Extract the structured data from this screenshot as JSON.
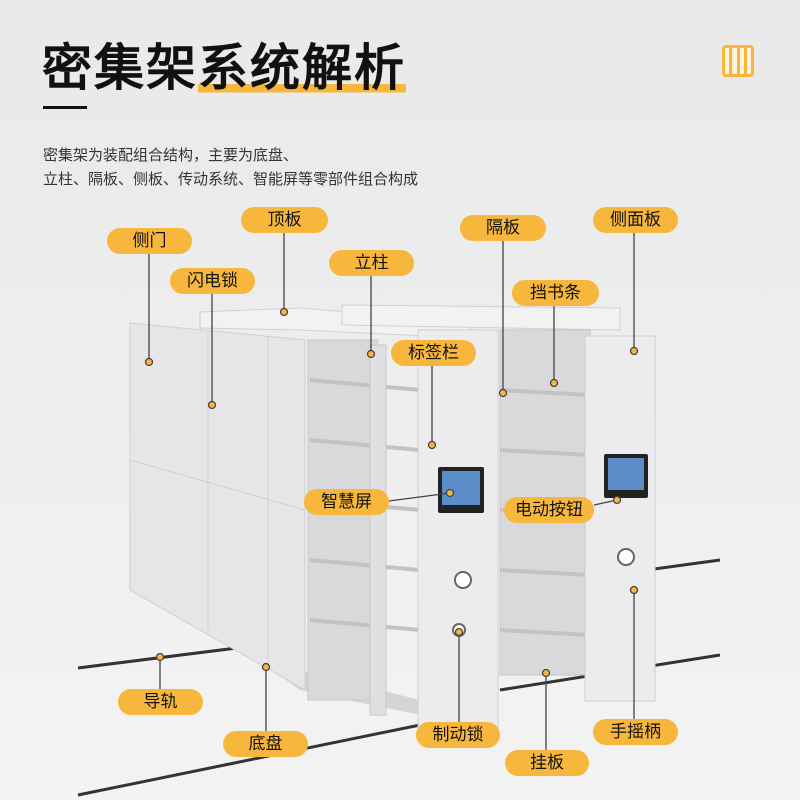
{
  "header": {
    "title_plain": "密集架",
    "title_highlight": "系统解析",
    "description_line1": "密集架为装配组合结构，主要为底盘、",
    "description_line2": "立柱、隔板、侧板、传动系统、智能屏等零部件组合构成"
  },
  "labels": {
    "side_door": "侧门",
    "top_plate": "顶板",
    "flash_lock": "闪电锁",
    "column": "立柱",
    "partition": "隔板",
    "side_panel": "侧面板",
    "book_stop": "挡书条",
    "label_bar": "标签栏",
    "smart_screen": "智慧屏",
    "electric_button": "电动按钮",
    "rail": "导轨",
    "chassis": "底盘",
    "brake_lock": "制动锁",
    "hand_crank": "手摇柄",
    "hanging_plate": "挂板"
  },
  "colors": {
    "accent": "#f6b73c",
    "cabinet": "#e4e4e6"
  }
}
